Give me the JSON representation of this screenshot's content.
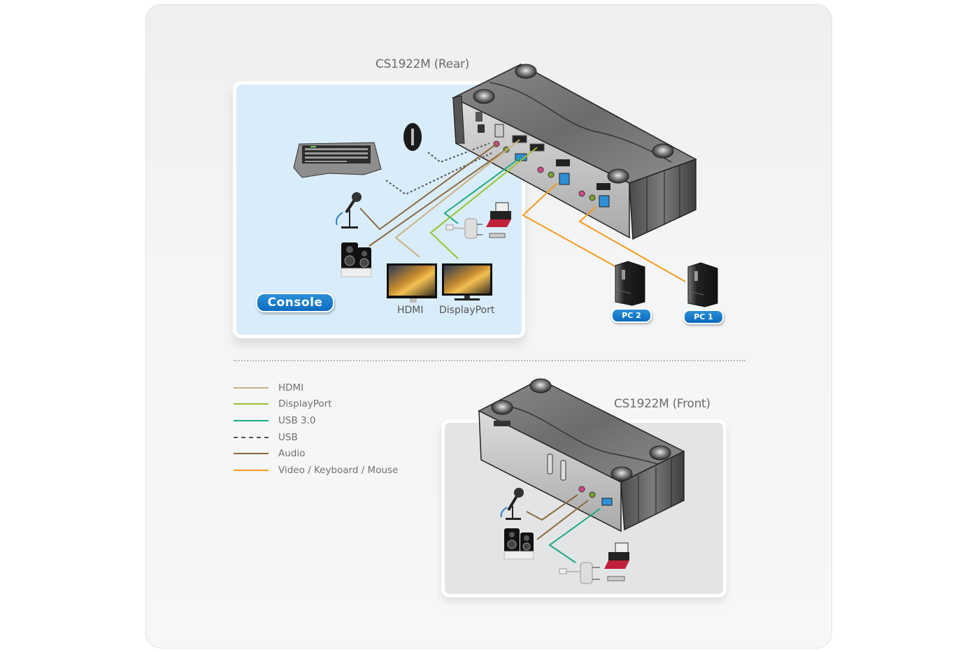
{
  "diagram": {
    "rear_title": "CS1922M (Rear)",
    "front_title": "CS1922M (Front)",
    "console_badge": "Console",
    "monitor_labels": {
      "hdmi": "HDMI",
      "displayport": "DisplayPort"
    },
    "pc_labels": {
      "pc2": "PC 2",
      "pc1": "PC 1"
    },
    "colors": {
      "panel_console_bg": "#d9ecf9",
      "panel_front_bg": "#e3e4e5",
      "badge_blue": "#0b6bbf",
      "hdmi": "#c9b27e",
      "displayport": "#9cc12f",
      "usb3": "#1aaa80",
      "usb": "#555555",
      "audio": "#8a6a3c",
      "video_kbd_mouse": "#f39a1e"
    },
    "legend": [
      {
        "label": "HDMI",
        "color": "#c9b27e",
        "style": "solid"
      },
      {
        "label": "DisplayPort",
        "color": "#9cc12f",
        "style": "solid"
      },
      {
        "label": "USB 3.0",
        "color": "#1aaa80",
        "style": "solid"
      },
      {
        "label": "USB",
        "color": "#555555",
        "style": "dashed"
      },
      {
        "label": "Audio",
        "color": "#8a6a3c",
        "style": "solid"
      },
      {
        "label": "Video / Keyboard / Mouse",
        "color": "#f39a1e",
        "style": "solid"
      }
    ],
    "devices": {
      "console": [
        "keyboard",
        "mouse",
        "microphone",
        "speakers",
        "usb-hub",
        "printer",
        "hdmi-monitor",
        "displayport-monitor"
      ],
      "pcs": [
        "PC 2",
        "PC 1"
      ],
      "front": [
        "microphone",
        "speakers",
        "usb-hub",
        "printer"
      ]
    }
  }
}
